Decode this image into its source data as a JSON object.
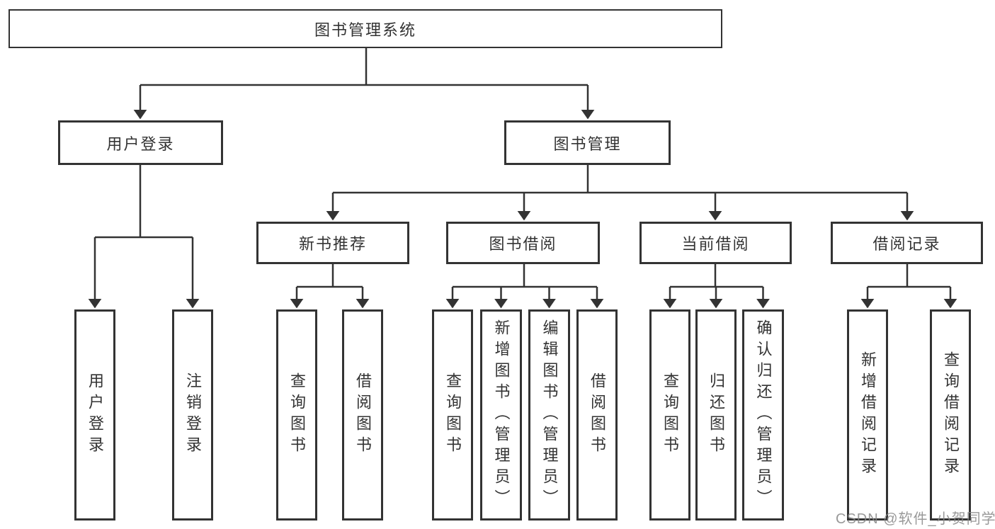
{
  "diagram": {
    "root": {
      "label": "图书管理系统"
    },
    "branches": [
      {
        "label": "用户登录",
        "children": [
          {
            "label": "用户登录"
          },
          {
            "label": "注销登录"
          }
        ]
      },
      {
        "label": "图书管理",
        "children": [
          {
            "label": "新书推荐",
            "children": [
              {
                "label": "查询图书"
              },
              {
                "label": "借阅图书"
              }
            ]
          },
          {
            "label": "图书借阅",
            "children": [
              {
                "label": "查询图书"
              },
              {
                "label": "新增图书（管理员）"
              },
              {
                "label": "编辑图书（管理员）"
              },
              {
                "label": "借阅图书"
              }
            ]
          },
          {
            "label": "当前借阅",
            "children": [
              {
                "label": "查询图书"
              },
              {
                "label": "归还图书"
              },
              {
                "label": "确认归还（管理员）"
              }
            ]
          },
          {
            "label": "借阅记录",
            "children": [
              {
                "label": "新增借阅记录"
              },
              {
                "label": "查询借阅记录"
              }
            ]
          }
        ]
      }
    ],
    "colors": {
      "line": "#333333",
      "box_border": "#333333",
      "text": "#333333",
      "watermark": "#878787"
    },
    "watermark": {
      "text": "CSDN @软件_小贺同学"
    }
  }
}
